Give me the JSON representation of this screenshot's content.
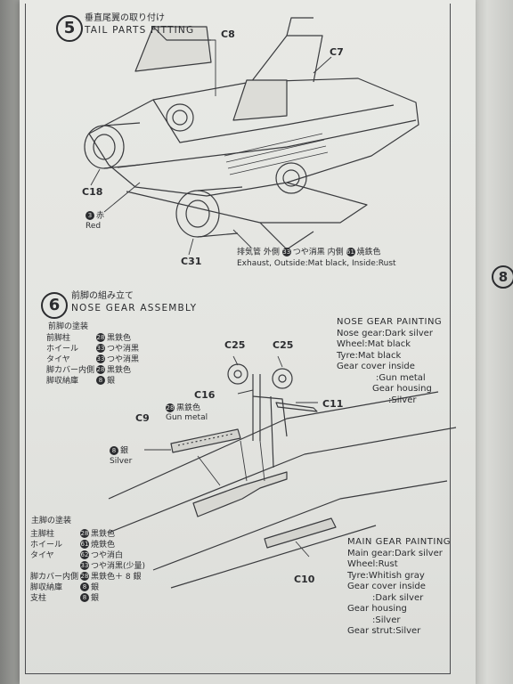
{
  "step5": {
    "number": "5",
    "title_jp": "垂直尾翼の取り付け",
    "title_en": "TAIL PARTS FITTING",
    "parts": {
      "c8": "C8",
      "c7": "C7",
      "c18": "C18",
      "c31": "C31"
    },
    "red_number": "3",
    "red_jp": "赤",
    "red_en": "Red",
    "exhaust_jp_a": "排気管  外側",
    "exhaust_num_a": "33",
    "exhaust_jp_b": "つや消黒  内側",
    "exhaust_num_b": "61",
    "exhaust_jp_c": "焼鉄色",
    "exhaust_en": "Exhaust, Outside:Mat black, Inside:Rust"
  },
  "step6": {
    "number": "6",
    "title_jp": "前脚の組み立て",
    "title_en": "NOSE GEAR ASSEMBLY",
    "parts": {
      "c25a": "C25",
      "c25b": "C25",
      "c16": "C16",
      "c11": "C11",
      "c9": "C9",
      "c10": "C10"
    },
    "gunmetal_number": "28",
    "gunmetal_jp": "黒鉄色",
    "gunmetal_en": "Gun metal",
    "silver_number": "8",
    "silver_jp": "銀",
    "silver_en": "Silver",
    "nose_legend_title": "前脚の塗装",
    "nose_legend": [
      {
        "k": "前脚柱",
        "n": "28",
        "v": "黒鉄色"
      },
      {
        "k": "ホイール",
        "n": "33",
        "v": "つや消黒"
      },
      {
        "k": "タイヤ",
        "n": "33",
        "v": "つや消黒"
      },
      {
        "k": "脚カバー内側",
        "n": "28",
        "v": "黒鉄色"
      },
      {
        "k": "脚収納庫",
        "n": "8",
        "v": "銀"
      }
    ],
    "main_legend_title": "主脚の塗装",
    "main_legend": [
      {
        "k": "主脚柱",
        "n": "28",
        "v": "黒鉄色"
      },
      {
        "k": "ホイール",
        "n": "61",
        "v": "焼鉄色"
      },
      {
        "k": "タイヤ",
        "n": "62",
        "v": "つや消白"
      },
      {
        "k": "",
        "n": "33",
        "v": "つや消黒(少量)"
      },
      {
        "k": "脚カバー内側",
        "n": "28",
        "v": "黒鉄色＋ 8 銀"
      },
      {
        "k": "脚収納庫",
        "n": "8",
        "v": "銀"
      },
      {
        "k": "支柱",
        "n": "8",
        "v": "銀"
      }
    ],
    "nose_painting": [
      "NOSE GEAR PAINTING",
      "Nose gear:Dark silver",
      "Wheel:Mat black",
      "Tyre:Mat black",
      "Gear cover inside",
      ":Gun metal",
      "Gear housing",
      ":Silver"
    ],
    "main_painting": [
      "MAIN GEAR PAINTING",
      "Main gear:Dark silver",
      "Wheel:Rust",
      "Tyre:Whitish gray",
      "Gear cover inside",
      ":Dark silver",
      "Gear housing",
      ":Silver",
      "Gear strut:Silver"
    ]
  },
  "side_page_number": "8"
}
